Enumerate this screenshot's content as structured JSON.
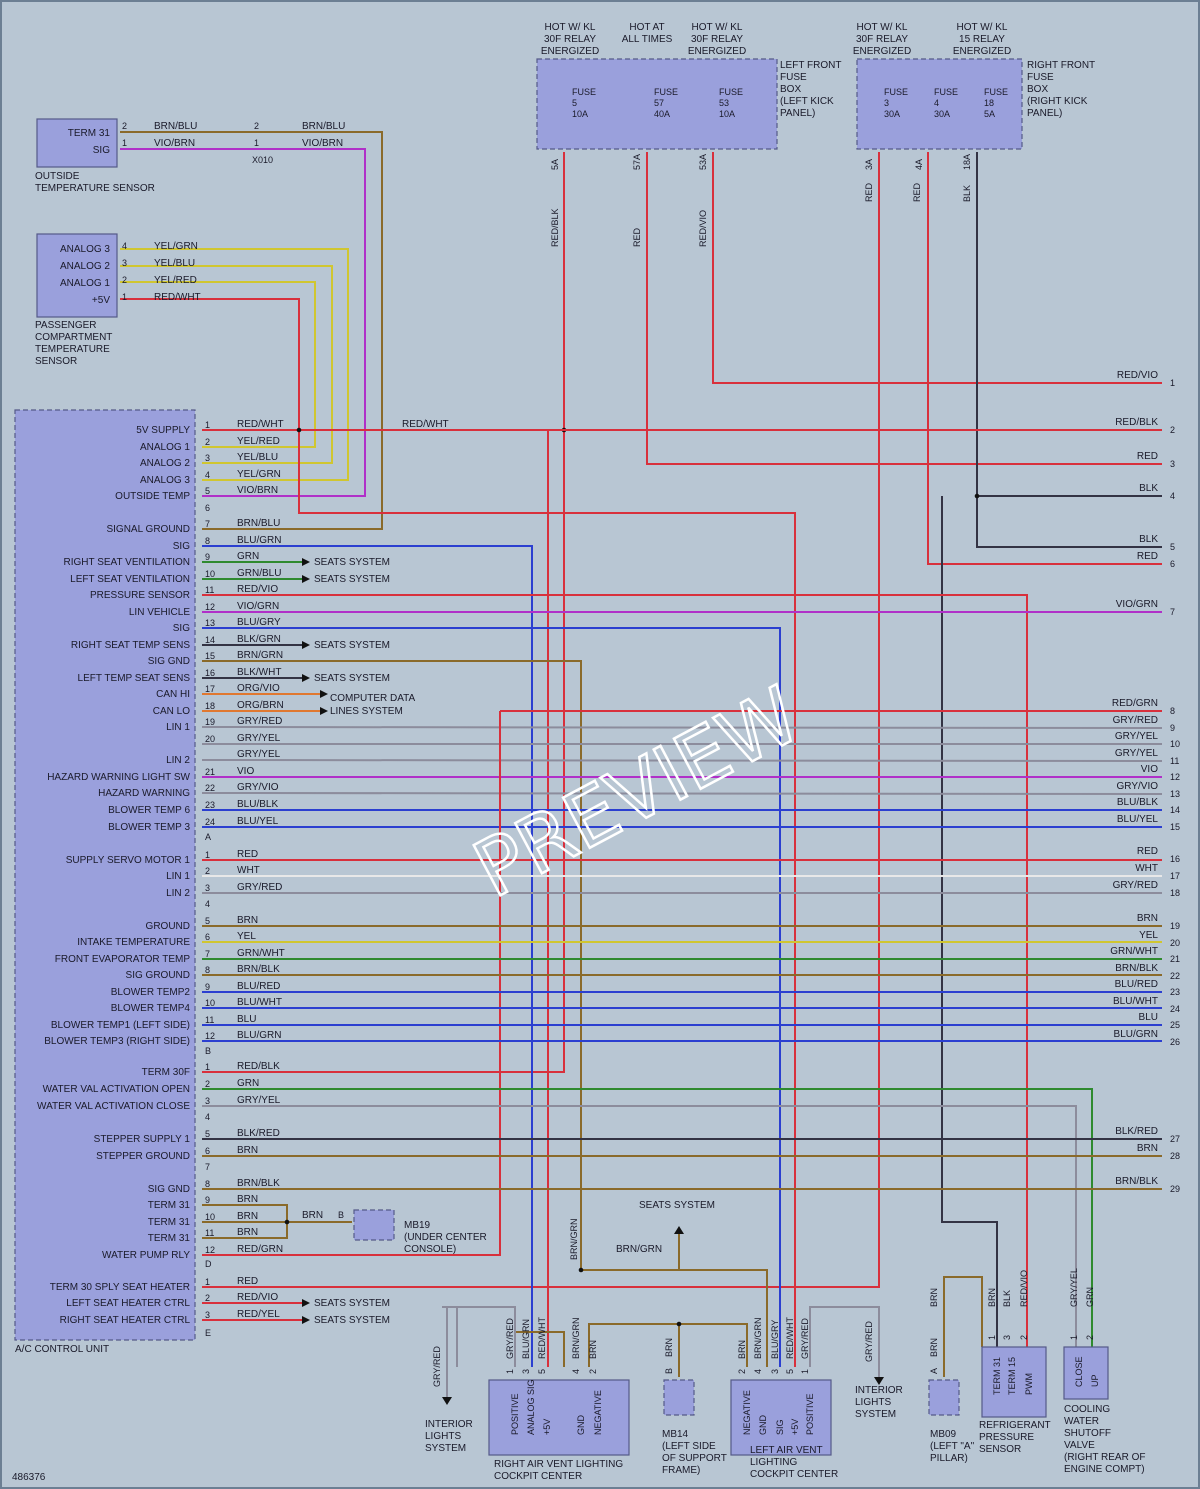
{
  "watermark": "PREVIEW",
  "figure_id": "486376",
  "colors": {
    "RED": "#d8303c",
    "BLU": "#2b3fd0",
    "GRN": "#2f8a2f",
    "YEL": "#d0c630",
    "BRN": "#8a6a2a",
    "BLK": "#333344",
    "VIO": "#b030c8",
    "WHT": "#e8e8e8",
    "GRY": "#8c8c9c",
    "ORG": "#e07830"
  },
  "left_front_fuse_box": {
    "label": [
      "LEFT FRONT",
      "FUSE",
      "BOX",
      "(LEFT KICK",
      "PANEL)"
    ],
    "headers": [
      [
        "HOT W/ KL",
        "30F RELAY",
        "ENERGIZED"
      ],
      [
        "HOT AT",
        "ALL TIMES"
      ],
      [
        "HOT W/ KL",
        "30F RELAY",
        "ENERGIZED"
      ]
    ],
    "fuses": [
      [
        "FUSE",
        "5",
        "10A"
      ],
      [
        "FUSE",
        "57",
        "40A"
      ],
      [
        "FUSE",
        "53",
        "10A"
      ]
    ],
    "circuits": [
      "5A",
      "57A",
      "53A"
    ],
    "wire_colors": [
      "RED/BLK",
      "RED",
      "RED/VIO"
    ]
  },
  "right_front_fuse_box": {
    "label": [
      "RIGHT FRONT",
      "FUSE",
      "BOX",
      "(RIGHT KICK",
      "PANEL)"
    ],
    "headers": [
      [
        "HOT W/ KL",
        "30F RELAY",
        "ENERGIZED"
      ],
      [
        "HOT W/ KL",
        "15 RELAY",
        "ENERGIZED"
      ]
    ],
    "fuses": [
      [
        "FUSE",
        "3",
        "30A"
      ],
      [
        "FUSE",
        "4",
        "30A"
      ],
      [
        "FUSE",
        "18",
        "5A"
      ]
    ],
    "circuits": [
      "3A",
      "4A",
      "18A"
    ],
    "wire_colors": [
      "RED",
      "RED",
      "BLK"
    ]
  },
  "outside_temp_sensor": {
    "pins": [
      "TERM 31",
      "SIG"
    ],
    "label": [
      "OUTSIDE",
      "TEMPERATURE SENSOR"
    ],
    "connector": "X010",
    "wires": [
      [
        "2",
        "BRN/BLU",
        "2",
        "BRN/BLU"
      ],
      [
        "1",
        "VIO/BRN",
        "1",
        "VIO/BRN"
      ]
    ]
  },
  "passenger_temp_sensor": {
    "pins": [
      "ANALOG 3",
      "ANALOG 2",
      "ANALOG 1",
      "+5V"
    ],
    "pin_nums": [
      "4",
      "3",
      "2",
      "1"
    ],
    "wires": [
      "YEL/GRN",
      "YEL/BLU",
      "YEL/RED",
      "RED/WHT"
    ],
    "label": [
      "PASSENGER",
      "COMPARTMENT",
      "TEMPERATURE",
      "SENSOR"
    ]
  },
  "ac_control_unit": {
    "label": "A/C CONTROL UNIT",
    "connector_a": [
      [
        "1",
        "5V SUPPLY",
        "RED/WHT"
      ],
      [
        "2",
        "ANALOG 1",
        "YEL/RED"
      ],
      [
        "3",
        "ANALOG 2",
        "YEL/BLU"
      ],
      [
        "4",
        "ANALOG 3",
        "YEL/GRN"
      ],
      [
        "5",
        "OUTSIDE TEMP",
        "VIO/BRN"
      ],
      [
        "6",
        "",
        ""
      ],
      [
        "7",
        "SIGNAL GROUND",
        "BRN/BLU"
      ],
      [
        "8",
        "SIG",
        "BLU/GRN"
      ],
      [
        "9",
        "RIGHT SEAT VENTILATION",
        "GRN"
      ],
      [
        "10",
        "LEFT SEAT VENTILATION",
        "GRN/BLU"
      ],
      [
        "11",
        "PRESSURE SENSOR",
        "RED/VIO"
      ],
      [
        "12",
        "LIN VEHICLE",
        "VIO/GRN"
      ],
      [
        "13",
        "SIG",
        "BLU/GRY"
      ],
      [
        "14",
        "RIGHT SEAT TEMP SENS",
        "BLK/GRN"
      ],
      [
        "15",
        "SIG GND",
        "BRN/GRN"
      ],
      [
        "16",
        "LEFT TEMP SEAT SENS",
        "BLK/WHT"
      ],
      [
        "17",
        "CAN HI",
        "ORG/VIO"
      ],
      [
        "18",
        "CAN LO",
        "ORG/BRN"
      ],
      [
        "19",
        "LIN 1",
        "GRY/RED"
      ],
      [
        "20",
        "",
        "GRY/YEL"
      ],
      [
        "",
        "LIN 2",
        "GRY/YEL"
      ],
      [
        "21",
        "HAZARD WARNING LIGHT SW",
        "VIO"
      ],
      [
        "22",
        "HAZARD WARNING",
        "GRY/VIO"
      ],
      [
        "23",
        "BLOWER TEMP 6",
        "BLU/BLK"
      ],
      [
        "24",
        "BLOWER TEMP 3",
        "BLU/YEL"
      ]
    ],
    "connector_b": [
      [
        "1",
        "SUPPLY SERVO MOTOR 1",
        "RED"
      ],
      [
        "2",
        "LIN 1",
        "WHT"
      ],
      [
        "3",
        "LIN 2",
        "GRY/RED"
      ],
      [
        "4",
        "",
        ""
      ],
      [
        "5",
        "GROUND",
        "BRN"
      ],
      [
        "6",
        "INTAKE TEMPERATURE",
        "YEL"
      ],
      [
        "7",
        "FRONT EVAPORATOR TEMP",
        "GRN/WHT"
      ],
      [
        "8",
        "SIG GROUND",
        "BRN/BLK"
      ],
      [
        "9",
        "BLOWER TEMP2",
        "BLU/RED"
      ],
      [
        "10",
        "BLOWER TEMP4",
        "BLU/WHT"
      ],
      [
        "11",
        "BLOWER TEMP1 (LEFT SIDE)",
        "BLU"
      ],
      [
        "12",
        "BLOWER TEMP3 (RIGHT SIDE)",
        "BLU/GRN"
      ]
    ],
    "connector_d": [
      [
        "1",
        "TERM 30F",
        "RED/BLK"
      ],
      [
        "2",
        "WATER VAL ACTIVATION OPEN",
        "GRN"
      ],
      [
        "3",
        "WATER VAL ACTIVATION CLOSE",
        "GRY/YEL"
      ],
      [
        "4",
        "",
        ""
      ],
      [
        "5",
        "STEPPER SUPPLY 1",
        "BLK/RED"
      ],
      [
        "6",
        "STEPPER GROUND",
        "BRN"
      ],
      [
        "7",
        "",
        ""
      ],
      [
        "8",
        "SIG GND",
        "BRN/BLK"
      ],
      [
        "9",
        "TERM 31",
        "BRN"
      ],
      [
        "10",
        "TERM 31",
        "BRN"
      ],
      [
        "11",
        "TERM 31",
        "BRN"
      ],
      [
        "12",
        "WATER PUMP RLY",
        "RED/GRN"
      ]
    ],
    "connector_e": [
      [
        "1",
        "TERM 30 SPLY SEAT HEATER",
        "RED"
      ],
      [
        "2",
        "LEFT SEAT HEATER CTRL",
        "RED/VIO"
      ],
      [
        "3",
        "RIGHT SEAT HEATER CTRL",
        "RED/YEL"
      ]
    ],
    "connector_letters": [
      "A",
      "B",
      "D",
      "E"
    ]
  },
  "right_edge_refs": [
    [
      "1",
      "RED/VIO"
    ],
    [
      "2",
      "RED/BLK"
    ],
    [
      "3",
      "RED"
    ],
    [
      "4",
      "BLK"
    ],
    [
      "5",
      "BLK"
    ],
    [
      "6",
      "RED"
    ],
    [
      "7",
      "VIO/GRN"
    ],
    [
      "8",
      "RED/GRN"
    ],
    [
      "9",
      "GRY/RED"
    ],
    [
      "10",
      "GRY/YEL"
    ],
    [
      "11",
      "GRY/YEL"
    ],
    [
      "12",
      "VIO"
    ],
    [
      "13",
      "GRY/VIO"
    ],
    [
      "14",
      "BLU/BLK"
    ],
    [
      "15",
      "BLU/YEL"
    ],
    [
      "16",
      "RED"
    ],
    [
      "17",
      "WHT"
    ],
    [
      "18",
      "GRY/RED"
    ],
    [
      "19",
      "BRN"
    ],
    [
      "20",
      "YEL"
    ],
    [
      "21",
      "GRN/WHT"
    ],
    [
      "22",
      "BRN/BLK"
    ],
    [
      "23",
      "BLU/RED"
    ],
    [
      "24",
      "BLU/WHT"
    ],
    [
      "25",
      "BLU"
    ],
    [
      "26",
      "BLU/GRN"
    ],
    [
      "27",
      "BLK/RED"
    ],
    [
      "28",
      "BRN"
    ],
    [
      "29",
      "BRN/BLK"
    ]
  ],
  "system_refs": {
    "seats_system": "SEATS SYSTEM",
    "computer_data": [
      "COMPUTER DATA",
      "LINES SYSTEM"
    ],
    "interior_lights": [
      "INTERIOR",
      "LIGHTS",
      "SYSTEM"
    ],
    "mb19_wire": "BRN",
    "mb19_pin": "B",
    "mb19_label": [
      "MB19",
      "(UNDER CENTER",
      "CONSOLE)"
    ],
    "brn_grn": "BRN/GRN"
  },
  "bottom_components": {
    "right_vent": {
      "pins": [
        "POSITIVE",
        "ANALOG SIG",
        "+5V",
        "GND",
        "NEGATIVE"
      ],
      "pin_nums": [
        "1",
        "3",
        "5",
        "4",
        "2"
      ],
      "wires": [
        "GRY/RED",
        "BLU/GRN",
        "RED/WHT",
        "BRN/GRN",
        "BRN"
      ],
      "label": [
        "RIGHT AIR VENT LIGHTING",
        "COCKPIT CENTER"
      ]
    },
    "mb14": {
      "pin": "B",
      "wire": "BRN",
      "label": [
        "MB14",
        "(LEFT SIDE",
        "OF SUPPORT",
        "FRAME)"
      ]
    },
    "left_vent": {
      "pins": [
        "NEGATIVE",
        "GND",
        "SIG",
        "+5V",
        "POSITIVE"
      ],
      "pin_nums": [
        "2",
        "4",
        "3",
        "5",
        "1"
      ],
      "wires": [
        "BRN",
        "BRN/GRN",
        "BLU/GRY",
        "RED/WHT",
        "GRY/RED"
      ],
      "label": [
        "LEFT AIR VENT",
        "LIGHTING",
        "COCKPIT CENTER"
      ]
    },
    "mb09": {
      "pin": "A",
      "wire": "BRN",
      "label": [
        "MB09",
        "(LEFT \"A\"",
        "PILLAR)"
      ]
    },
    "refrigerant": {
      "pins": [
        "TERM 31",
        "TERM 15",
        "PWM"
      ],
      "pin_nums": [
        "1",
        "3",
        "2"
      ],
      "wires": [
        "BRN",
        "BLK",
        "RED/VIO"
      ],
      "label": [
        "REFRIGERANT",
        "PRESSURE",
        "SENSOR"
      ]
    },
    "water_valve": {
      "pins": [
        "CLOSE",
        "UP"
      ],
      "pin_nums": [
        "1",
        "2"
      ],
      "wires": [
        "GRY/YEL",
        "GRN"
      ],
      "label": [
        "COOLING",
        "WATER",
        "SHUTOFF",
        "VALVE",
        "(RIGHT REAR OF",
        "ENGINE COMPT)"
      ]
    },
    "interior_left_wire": "GRY/RED",
    "interior_right_wire": "GRY/RED"
  }
}
